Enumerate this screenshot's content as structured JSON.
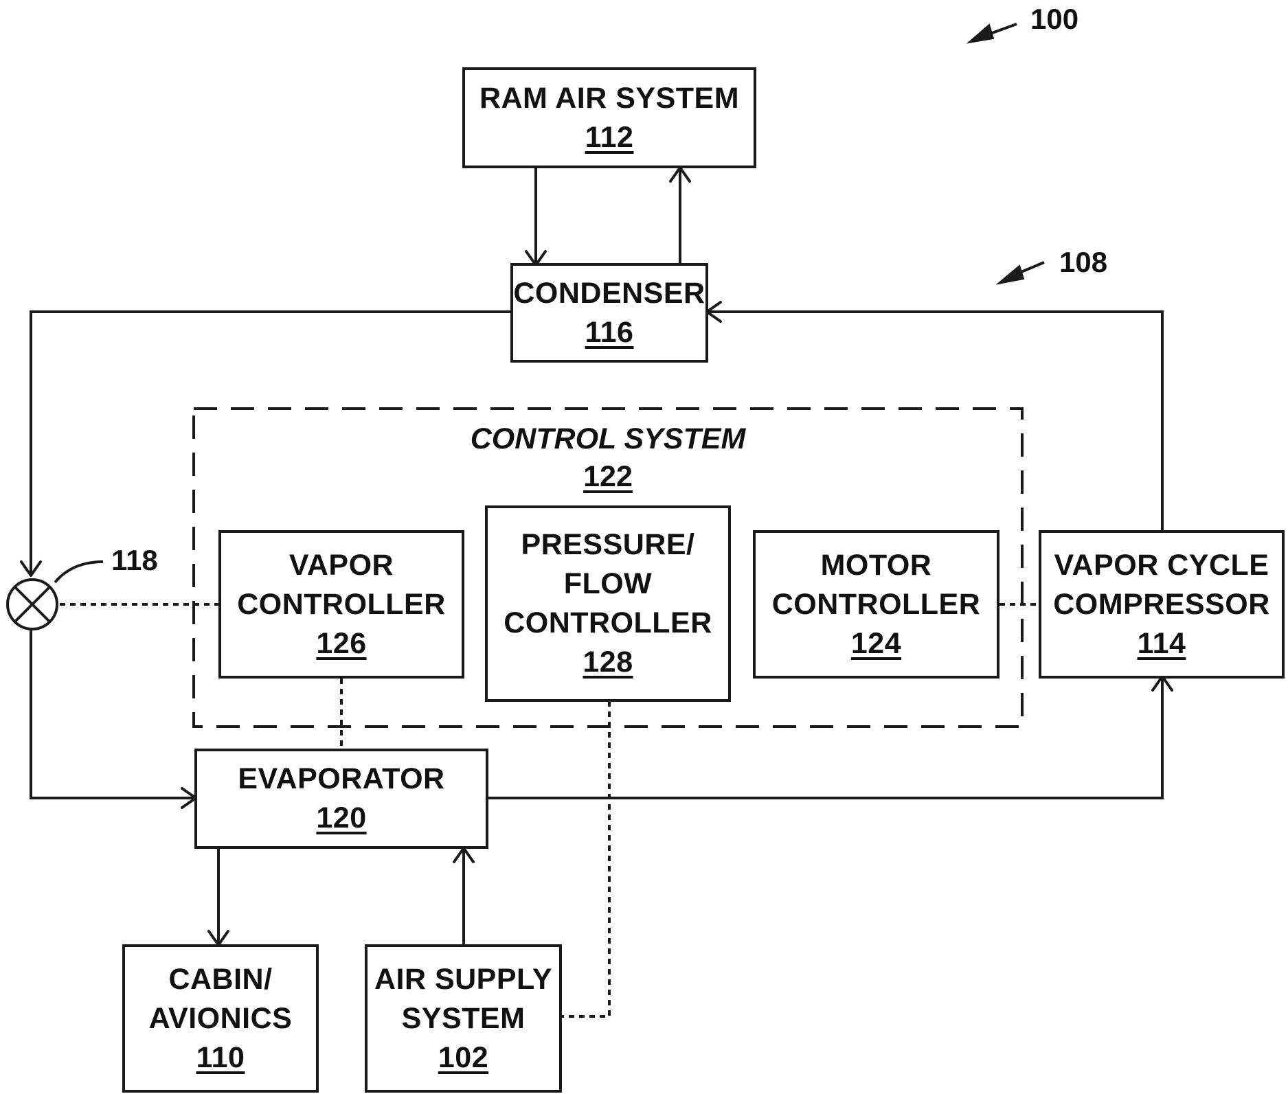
{
  "figure_ref": "100",
  "loop_ref": "108",
  "valve_ref": "118",
  "control_system": {
    "title": "CONTROL SYSTEM",
    "num": "122"
  },
  "blocks": {
    "ram_air": {
      "lines": [
        "RAM AIR SYSTEM"
      ],
      "num": "112"
    },
    "condenser": {
      "lines": [
        "CONDENSER"
      ],
      "num": "116"
    },
    "vapor_controller": {
      "lines": [
        "VAPOR",
        "CONTROLLER"
      ],
      "num": "126"
    },
    "pressure_flow": {
      "lines": [
        "PRESSURE/",
        "FLOW",
        "CONTROLLER"
      ],
      "num": "128"
    },
    "motor_controller": {
      "lines": [
        "MOTOR",
        "CONTROLLER"
      ],
      "num": "124"
    },
    "compressor": {
      "lines": [
        "VAPOR CYCLE",
        "COMPRESSOR"
      ],
      "num": "114"
    },
    "evaporator": {
      "lines": [
        "EVAPORATOR"
      ],
      "num": "120"
    },
    "cabin": {
      "lines": [
        "CABIN/",
        "AVIONICS"
      ],
      "num": "110"
    },
    "air_supply": {
      "lines": [
        "AIR SUPPLY",
        "SYSTEM"
      ],
      "num": "102"
    }
  }
}
